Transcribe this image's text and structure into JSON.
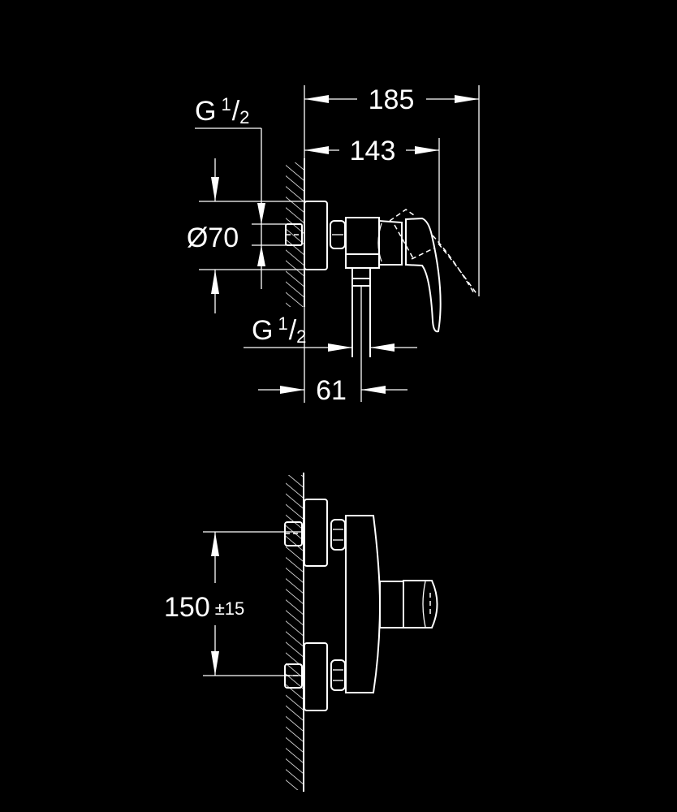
{
  "drawing": {
    "background": "#000000",
    "line_color": "#ffffff",
    "side_view": {
      "dim_overall_depth": "185",
      "dim_handle_depth": "143",
      "inlet_thread": {
        "main": "G",
        "num": "1",
        "den": "2"
      },
      "rosette_diameter": "Ø70",
      "outlet_thread": {
        "main": "G",
        "num": "1",
        "den": "2"
      },
      "dim_outlet_offset": "61"
    },
    "front_view": {
      "dim_center_distance": "150",
      "dim_tolerance": "±15"
    }
  }
}
